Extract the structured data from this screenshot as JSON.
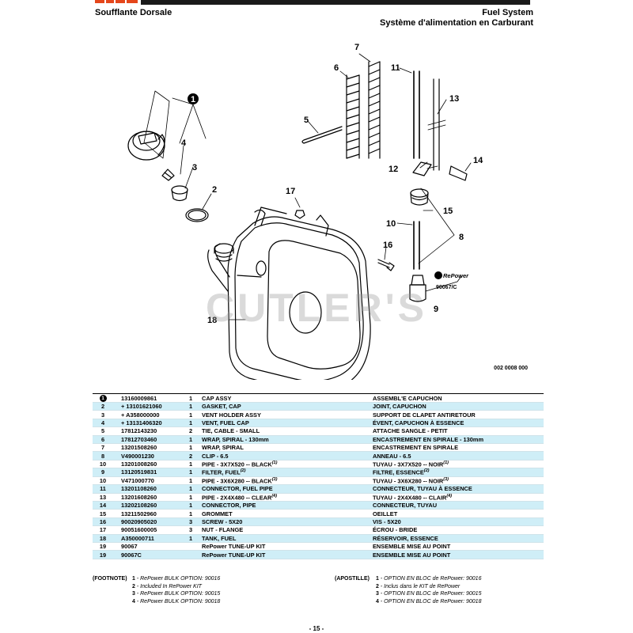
{
  "colors": {
    "brand": "#e5461b",
    "row_highlight": "#cfeef7"
  },
  "header": {
    "left_title": "Soufflante Dorsale",
    "right_title_1": "Fuel System",
    "right_title_2": "Système d'alimentation en Carburant"
  },
  "diagram": {
    "drawing_number": "002 0008 000",
    "watermark": "CUTLER'S",
    "callouts": [
      "1",
      "2",
      "3",
      "4",
      "5",
      "6",
      "7",
      "8",
      "9",
      "10",
      "11",
      "12",
      "13",
      "14",
      "15",
      "16",
      "17",
      "18"
    ],
    "repower_logo": "RePower",
    "repower_kit": "90067/C"
  },
  "parts": [
    {
      "ref": "1",
      "part": "13160009861",
      "qty": "1",
      "desc": "CAP ASSY",
      "desc_fr": "ASSEMBL'E CAPUCHON",
      "ref_icon": "circle"
    },
    {
      "ref": "2",
      "part": "+ 13101621060",
      "qty": "1",
      "desc": "GASKET, CAP",
      "desc_fr": "JOINT, CAPUCHON"
    },
    {
      "ref": "3",
      "part": "+ A358000000",
      "qty": "1",
      "desc": "VENT HOLDER ASSY",
      "desc_fr": "SUPPORT DE CLAPET ANTIRETOUR"
    },
    {
      "ref": "4",
      "part": "+ 13131406320",
      "qty": "1",
      "desc": "VENT, FUEL CAP",
      "desc_fr": "ÉVENT, CAPUCHON À ESSENCE"
    },
    {
      "ref": "5",
      "part": "17812143230",
      "qty": "2",
      "desc": "TIE, CABLE - SMALL",
      "desc_fr": "ATTACHE SANGLE - PETIT"
    },
    {
      "ref": "6",
      "part": "17812703460",
      "qty": "1",
      "desc": "WRAP, SPIRAL - 130mm",
      "desc_fr": "ENCASTREMENT EN SPIRALE - 130mm"
    },
    {
      "ref": "7",
      "part": "13201508260",
      "qty": "1",
      "desc": "WRAP, SPIRAL",
      "desc_fr": "ENCASTREMENT EN SPIRALE"
    },
    {
      "ref": "8",
      "part": "V490001230",
      "qty": "2",
      "desc": "CLIP - 6.5",
      "desc_fr": "ANNEAU - 6.5"
    },
    {
      "ref": "10",
      "part": "13201008260",
      "qty": "1",
      "desc": "PIPE - 3X7X520 -- BLACK",
      "desc_sup": "(1)",
      "desc_fr": "TUYAU - 3X7X520 -- NOIR",
      "desc_fr_sup": "(1)"
    },
    {
      "ref": "9",
      "part": "13120519831",
      "qty": "1",
      "desc": "FILTER, FUEL",
      "desc_sup": "(2)",
      "desc_fr": "FILTRE, ESSENCE",
      "desc_fr_sup": "(2)"
    },
    {
      "ref": "10",
      "part": "V471000770",
      "qty": "1",
      "desc": "PIPE - 3X6X280 -- BLACK",
      "desc_sup": "(3)",
      "desc_fr": "TUYAU - 3X6X280 -- NOIR",
      "desc_fr_sup": "(3)"
    },
    {
      "ref": "11",
      "part": "13201108260",
      "qty": "1",
      "desc": "CONNECTOR, FUEL PIPE",
      "desc_fr": "CONNECTEUR, TUYAU À ESSENCE"
    },
    {
      "ref": "13",
      "part": "13201608260",
      "qty": "1",
      "desc": "PIPE - 2X4X480 -- CLEAR",
      "desc_sup": "(4)",
      "desc_fr": "TUYAU - 2X4X480 -- CLAIR",
      "desc_fr_sup": "(4)"
    },
    {
      "ref": "14",
      "part": "13202108260",
      "qty": "1",
      "desc": "CONNECTOR, PIPE",
      "desc_fr": "CONNECTEUR, TUYAU"
    },
    {
      "ref": "15",
      "part": "13211502960",
      "qty": "1",
      "desc": "GROMMET",
      "desc_fr": "OEILLET"
    },
    {
      "ref": "16",
      "part": "90020905020",
      "qty": "3",
      "desc": "SCREW - 5X20",
      "desc_fr": "VIS - 5X20"
    },
    {
      "ref": "17",
      "part": "90051600005",
      "qty": "3",
      "desc": "NUT - FLANGE",
      "desc_fr": "ÉCROU - BRIDE"
    },
    {
      "ref": "18",
      "part": "A350000711",
      "qty": "1",
      "desc": "TANK, FUEL",
      "desc_fr": "RÉSERVOIR, ESSENCE"
    },
    {
      "ref": "19",
      "part": "90067",
      "qty": "",
      "desc": "RePower TUNE-UP KIT",
      "desc_fr": "ENSEMBLE MISE AU POINT"
    },
    {
      "ref": "19",
      "part": "90067C",
      "qty": "",
      "desc": "RePower TUNE-UP KIT",
      "desc_fr": "ENSEMBLE MISE AU POINT"
    }
  ],
  "footnotes_en": {
    "label": "(FOOTNOTE)",
    "lines": [
      {
        "n": "1",
        "text": " - RePower BULK OPTION: 90016"
      },
      {
        "n": "2",
        "text": " - Included In RePower KIT"
      },
      {
        "n": "3",
        "text": " - RePower BULK OPTION: 90015"
      },
      {
        "n": "4",
        "text": " - RePower BULK OPTION: 90018"
      }
    ]
  },
  "footnotes_fr": {
    "label": "(APOSTILLE)",
    "lines": [
      {
        "n": "1",
        "text": " - OPTION EN BLOC de RePower: 90016"
      },
      {
        "n": "2",
        "text": " - Inclus dans le KIT de RePower"
      },
      {
        "n": "3",
        "text": " - OPTION EN BLOC de RePower: 90015"
      },
      {
        "n": "4",
        "text": " - OPTION EN BLOC de RePower: 90018"
      }
    ]
  },
  "page_number": "- 15 -"
}
